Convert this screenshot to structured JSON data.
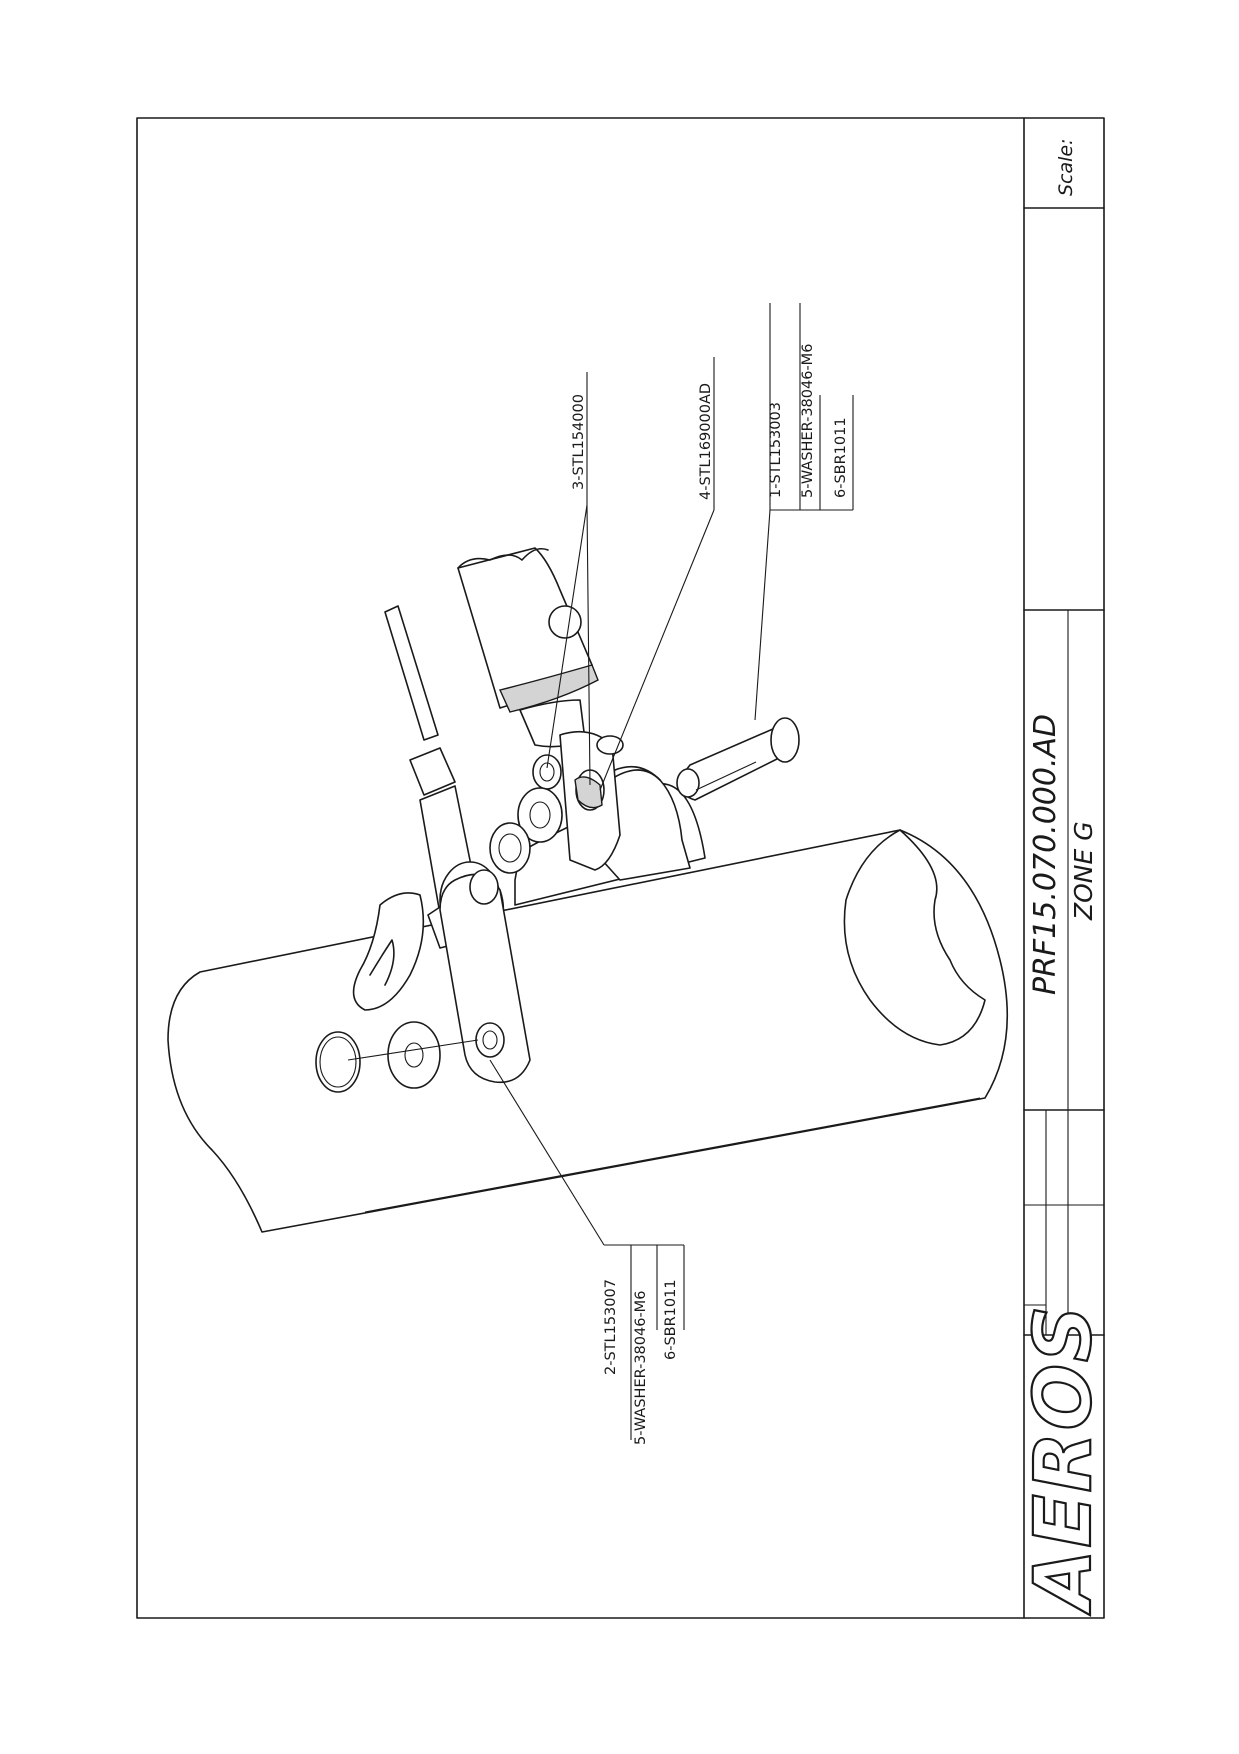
{
  "drawing": {
    "number": "PRF15.070.000.AD",
    "zone": "ZONE G",
    "scale_label": "Scale:",
    "brand": "AEROS"
  },
  "callouts": {
    "top_a": [
      "3-STL154000"
    ],
    "top_b": [
      "4-STL169000AD"
    ],
    "top_c": [
      "1-STL153003",
      "5-WASHER-38046-M6",
      "6-SBR1011"
    ],
    "bottom": [
      "2-STL153007",
      "5-WASHER-38046-M6",
      "6-SBR1011"
    ]
  }
}
